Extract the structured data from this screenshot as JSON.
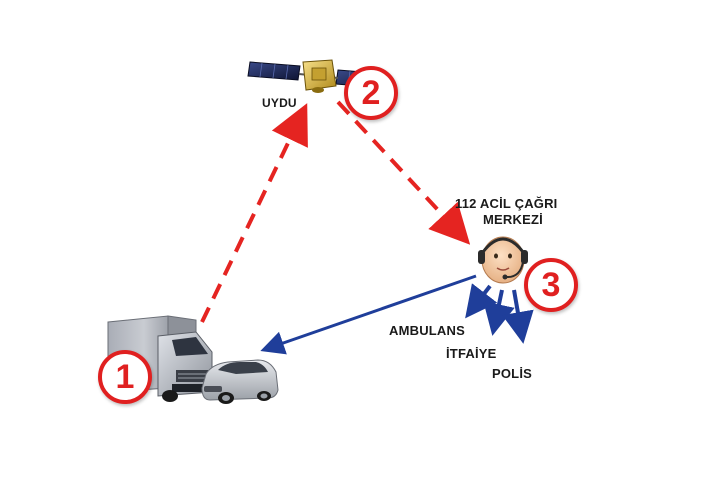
{
  "labels": {
    "satellite": "UYDU",
    "center_line1": "112  ACİL ÇAĞRI",
    "center_line2": "MERKEZİ",
    "ambulance": "AMBULANS",
    "fire": "İTFAİYE",
    "police": "POLİS"
  },
  "badges": {
    "vehicle": "1",
    "satellite": "2",
    "center": "3"
  },
  "colors": {
    "signal_arrow": "#e52421",
    "dispatch_arrow": "#1f3e9a",
    "badge": "#e02020",
    "background": "#ffffff"
  },
  "icons": {
    "satellite": "satellite-icon",
    "operator": "headset-operator-icon",
    "truck": "truck-icon",
    "car": "car-icon"
  }
}
